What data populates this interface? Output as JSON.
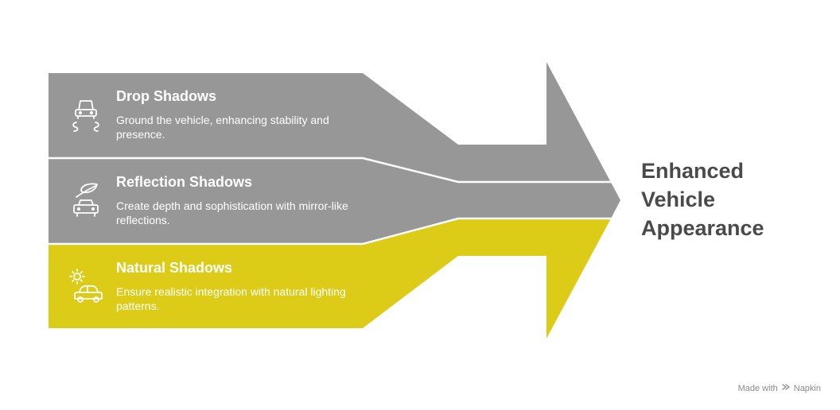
{
  "colors": {
    "gray_band": "#979797",
    "yellow_band": "#dccb17",
    "divider": "#ffffff",
    "target_text": "#4a4a4a"
  },
  "bands": [
    {
      "title": "Drop Shadows",
      "description": "Ground the vehicle, enhancing stability and presence.",
      "icon": "car-road-icon",
      "color": "#979797"
    },
    {
      "title": "Reflection Shadows",
      "description": "Create depth and sophistication with mirror-like reflections.",
      "icon": "car-leaf-icon",
      "color": "#979797"
    },
    {
      "title": "Natural Shadows",
      "description": "Ensure realistic integration with natural lighting patterns.",
      "icon": "car-sun-icon",
      "color": "#dccb17"
    }
  ],
  "target": {
    "lines": [
      "Enhanced",
      "Vehicle",
      "Appearance"
    ]
  },
  "credit": {
    "made_with": "Made with",
    "brand": "Napkin",
    "icon": "napkin-logo-icon"
  }
}
